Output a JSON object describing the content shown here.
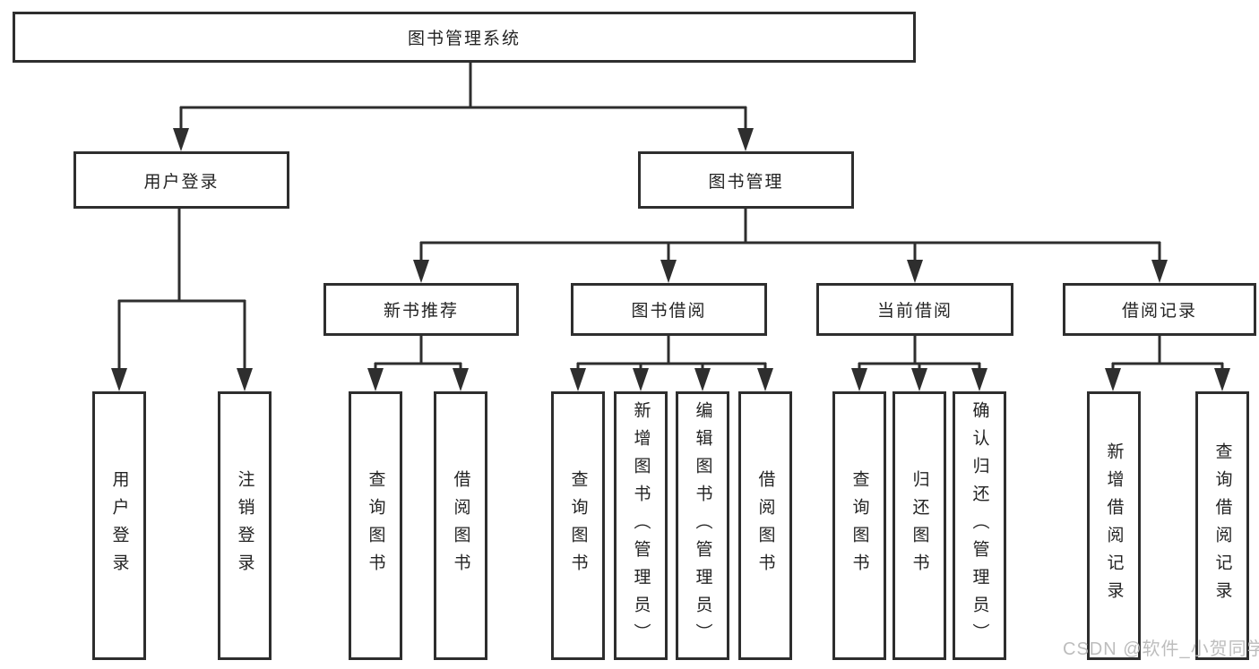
{
  "colors": {
    "line": "#2e2e2e",
    "box_border": "#2e2e2e",
    "text": "#232323",
    "background": "#ffffff",
    "watermark": "#bdbdbd"
  },
  "tree": {
    "label": "图书管理系统",
    "children": [
      {
        "label": "用户登录",
        "children": [
          {
            "label": "用户登录"
          },
          {
            "label": "注销登录"
          }
        ]
      },
      {
        "label": "图书管理",
        "children": [
          {
            "label": "新书推荐",
            "children": [
              {
                "label": "查询图书"
              },
              {
                "label": "借阅图书"
              }
            ]
          },
          {
            "label": "图书借阅",
            "children": [
              {
                "label": "查询图书"
              },
              {
                "label": "新增图书（管理员）"
              },
              {
                "label": "编辑图书（管理员）"
              },
              {
                "label": "借阅图书"
              }
            ]
          },
          {
            "label": "当前借阅",
            "children": [
              {
                "label": "查询图书"
              },
              {
                "label": "归还图书"
              },
              {
                "label": "确认归还（管理员）"
              }
            ]
          },
          {
            "label": "借阅记录",
            "children": [
              {
                "label": "新增借阅记录"
              },
              {
                "label": "查询借阅记录"
              }
            ]
          }
        ]
      }
    ]
  },
  "watermark": {
    "text": "CSDN @软件_小贺同学"
  }
}
